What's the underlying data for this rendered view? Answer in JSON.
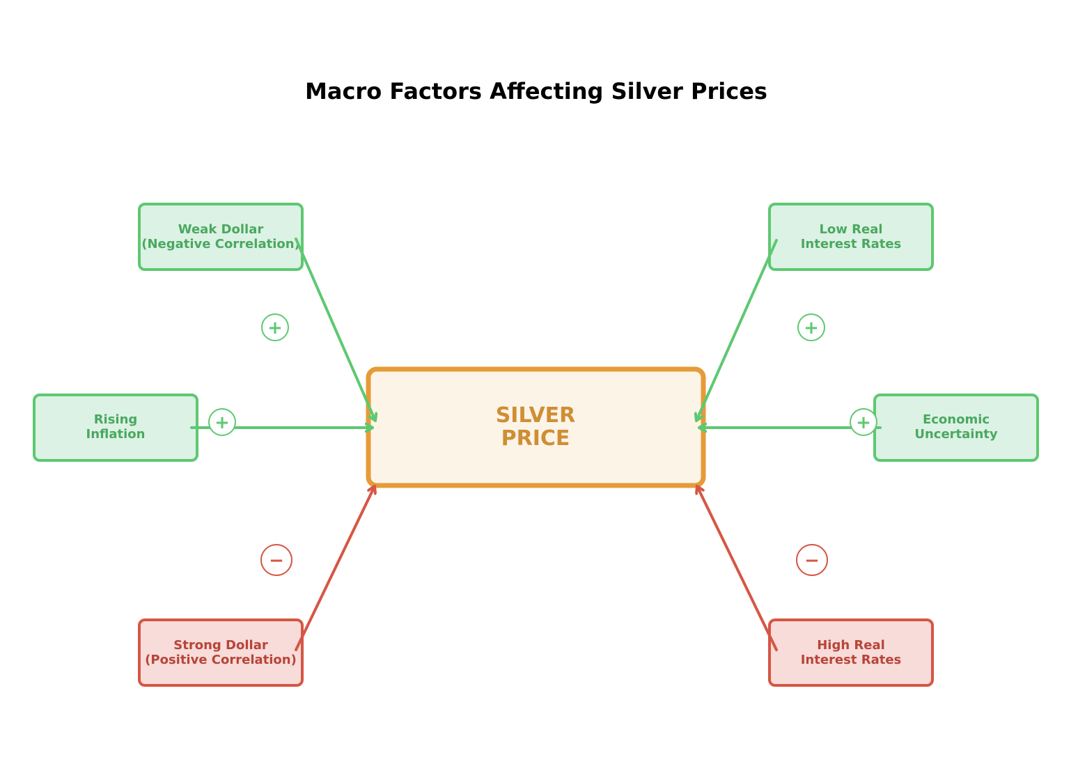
{
  "title": "Macro Factors Affecting Silver Prices",
  "colors": {
    "positive_stroke": "#5ec872",
    "positive_fill": "#dcf2e4",
    "positive_text": "#4aa860",
    "negative_stroke": "#d65645",
    "negative_fill": "#f7dcd9",
    "negative_text": "#b8443a",
    "center_stroke": "#e69b38",
    "center_fill": "#fdf4e8",
    "center_text": "#cf8e35"
  },
  "center": {
    "line1": "SILVER",
    "line2": "PRICE"
  },
  "factors": {
    "weak_dollar": {
      "line1": "Weak Dollar",
      "line2": "(Negative Correlation)",
      "sign": "+",
      "effect": "positive"
    },
    "low_real_rates": {
      "line1": "Low Real",
      "line2": "Interest Rates",
      "sign": "+",
      "effect": "positive"
    },
    "rising_inflation": {
      "line1": "Rising",
      "line2": "Inflation",
      "sign": "+",
      "effect": "positive"
    },
    "economic_uncertainty": {
      "line1": "Economic",
      "line2": "Uncertainty",
      "sign": "+",
      "effect": "positive"
    },
    "strong_dollar": {
      "line1": "Strong Dollar",
      "line2": "(Positive Correlation)",
      "sign": "−",
      "effect": "negative"
    },
    "high_real_rates": {
      "line1": "High Real",
      "line2": "Interest Rates",
      "sign": "−",
      "effect": "negative"
    }
  }
}
